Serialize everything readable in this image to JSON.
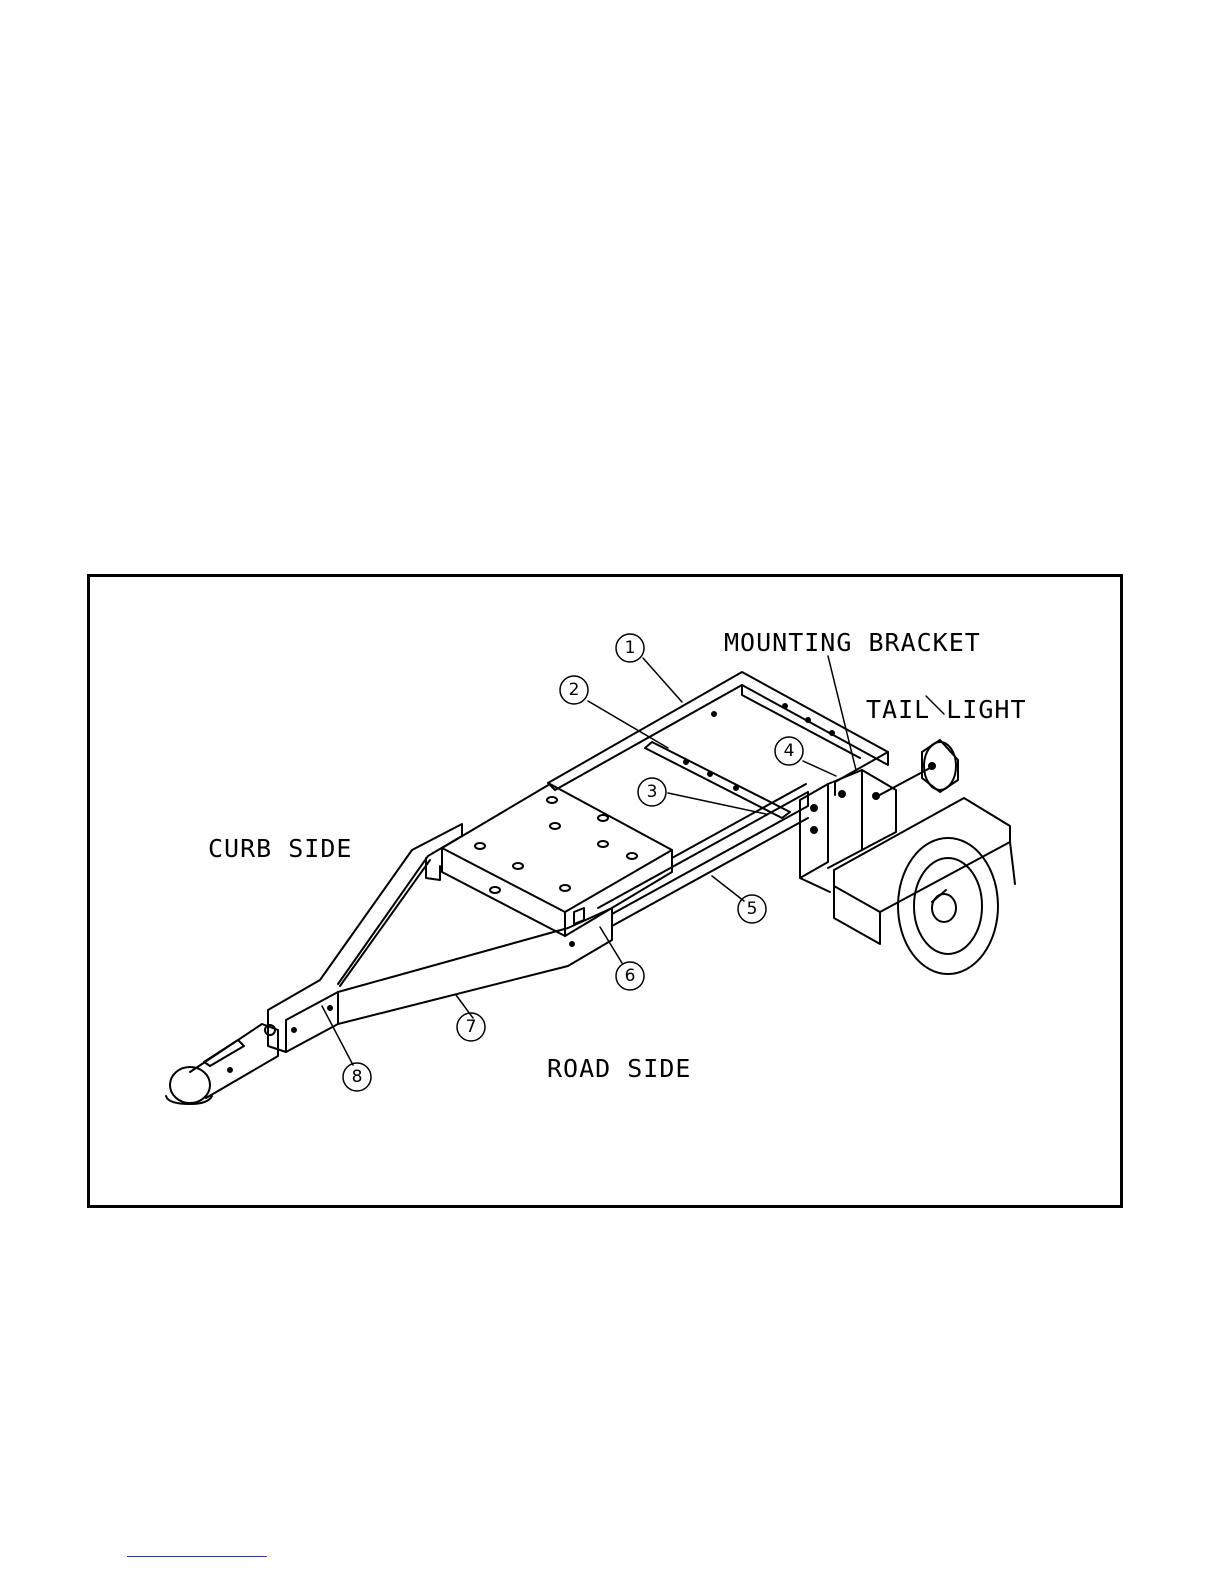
{
  "diagram": {
    "labels": {
      "mounting_bracket": "MOUNTING BRACKET",
      "tail_light": "TAIL LIGHT",
      "curb_side": "CURB SIDE",
      "road_side": "ROAD SIDE"
    },
    "callouts": [
      "1",
      "2",
      "3",
      "4",
      "5",
      "6",
      "7",
      "8"
    ]
  }
}
